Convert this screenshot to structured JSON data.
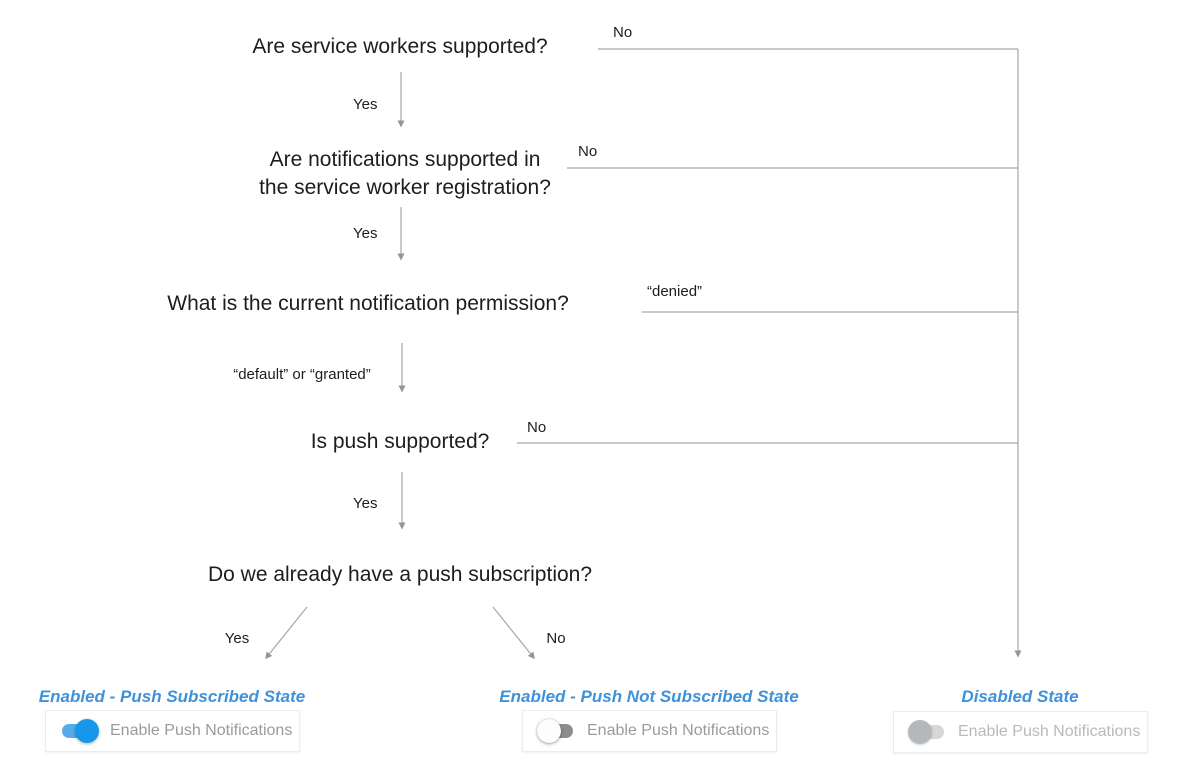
{
  "colors": {
    "background": "#ffffff",
    "line": "#a6a6a6",
    "arrow": "#8d969c",
    "question_text": "#1d1d1f",
    "label_text": "#1d1d1f",
    "state_label": "#3f91dc",
    "card_bg": "#ffffff",
    "card_border": "#ececec",
    "card_text": "#9b9b9b",
    "card_text_disabled": "#b7babd",
    "toggle_on_track": "#55acea",
    "toggle_on_knob": "#1797e9",
    "toggle_off_track": "#8d8d8d",
    "toggle_off_knob": "#fdfdfd",
    "toggle_disabled_track": "#d5d7d9",
    "toggle_disabled_knob": "#b5b8bb"
  },
  "flowchart": {
    "questions": [
      {
        "lines": [
          "Are service workers supported?"
        ]
      },
      {
        "lines": [
          "Are notifications supported in",
          "the service worker registration?"
        ]
      },
      {
        "lines": [
          "What is the current notification permission?"
        ]
      },
      {
        "lines": [
          "Is push supported?"
        ]
      },
      {
        "lines": [
          "Do we already have a push subscription?"
        ]
      }
    ],
    "labels": {
      "q1_yes": "Yes",
      "q1_no": "No",
      "q2_yes": "Yes",
      "q2_no": "No",
      "q3_down": "“default” or “granted”",
      "q3_right": "“denied”",
      "q4_yes": "Yes",
      "q4_no": "No",
      "q5_yes": "Yes",
      "q5_no": "No"
    }
  },
  "states": [
    {
      "label": "Enabled - Push Subscribed State",
      "toggle_state": "on",
      "control_label": "Enable Push Notifications"
    },
    {
      "label": "Enabled - Push Not Subscribed State",
      "toggle_state": "off",
      "control_label": "Enable Push Notifications"
    },
    {
      "label": "Disabled State",
      "toggle_state": "disabled",
      "control_label": "Enable Push Notifications"
    }
  ]
}
